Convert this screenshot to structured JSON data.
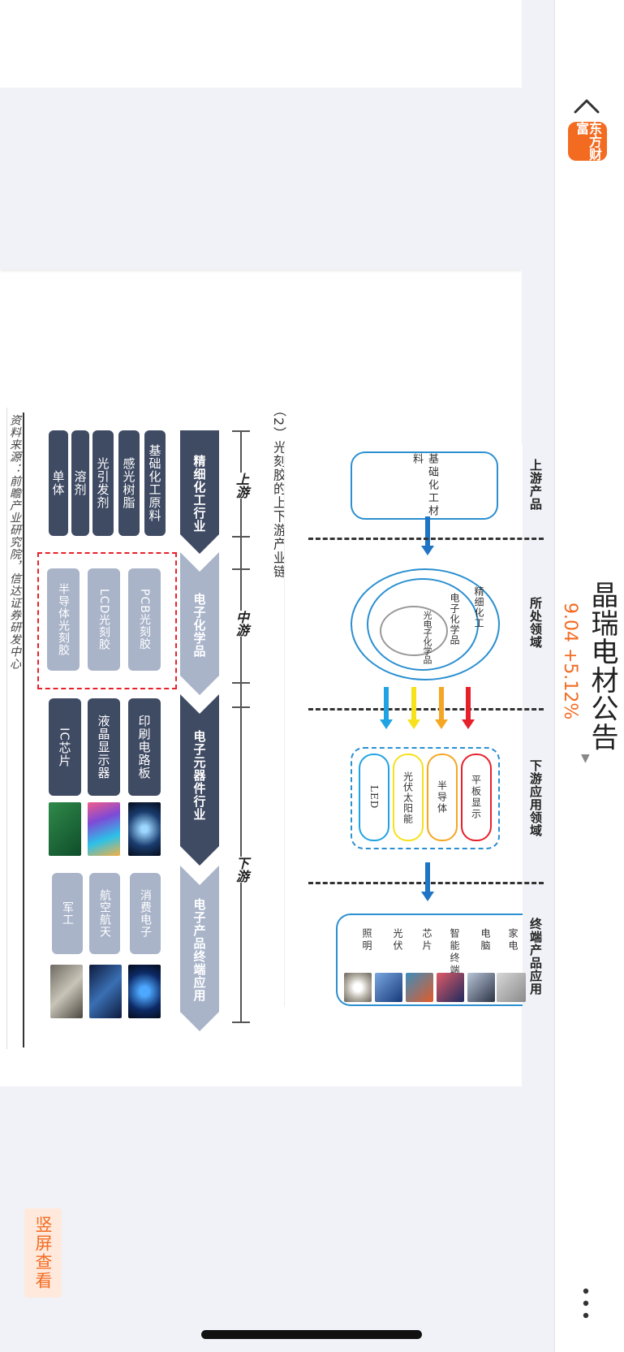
{
  "header": {
    "title": "晶瑞电材公告",
    "price": "9.04",
    "change": "+5.12%",
    "logo_text": "东方财富",
    "back_icon": "chevron-left-icon",
    "more_icon": "more-vertical-icon"
  },
  "doc": {
    "section_heading": "（2）光刻胶的上下游产业链",
    "source": "资料来源：前瞻产业研究院，信达证券研发中心"
  },
  "top_diagram": {
    "columns": [
      "上游产品",
      "所处领域",
      "下游应用领域",
      "终端产品应用"
    ],
    "upstream_box": "基础化工材料",
    "field_outer": "精细化工",
    "field_mid": "电子化学品",
    "field_inner": "光电子化学品",
    "downstream": [
      "平板显示",
      "半导体",
      "光伏太阳能",
      "LED"
    ],
    "terminal": [
      "家电",
      "电脑",
      "智能终端",
      "芯片",
      "光伏",
      "照明"
    ],
    "arrow_colors": [
      "#e6212a",
      "#f5a623",
      "#f6e11a",
      "#20a3e3"
    ]
  },
  "bottom_diagram": {
    "stages": [
      "上游",
      "中游",
      "下游"
    ],
    "chevrons": [
      "精细化工行业",
      "电子化学品",
      "电子元器件行业",
      "电子产品终端应用"
    ],
    "upstream_items": [
      "基础化工原料",
      "感光树脂",
      "光引发剂",
      "溶剂",
      "单体"
    ],
    "midstream_items": [
      "PCB光刻胶",
      "LCD光刻胶",
      "半导体光刻胶"
    ],
    "components": [
      "印刷电路板",
      "液晶显示器",
      "IC芯片"
    ],
    "end_uses": [
      "消费电子",
      "航空航天",
      "军工"
    ],
    "chevron_colors": [
      "#3f4a63",
      "#a9b4c9",
      "#3f4a63",
      "#a9b4c9"
    ]
  },
  "footer": {
    "landscape_button": "竖屏查看"
  }
}
